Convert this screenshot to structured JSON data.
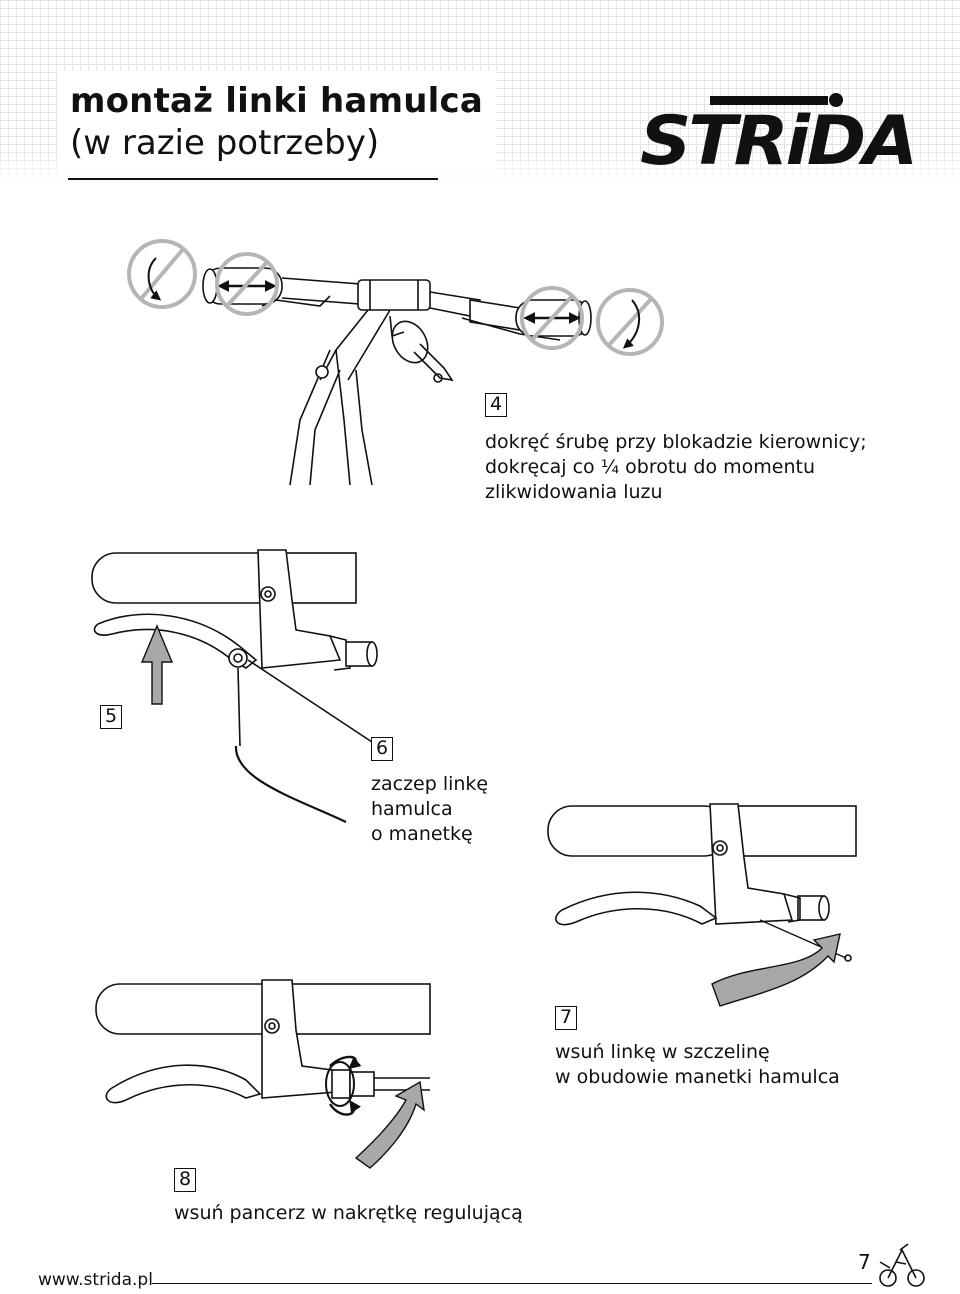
{
  "header": {
    "title_line1": "montaż linki hamulca",
    "title_line2": "(w razie potrzeby)",
    "logo_text": "STRiDA"
  },
  "steps": [
    {
      "number": "4",
      "lines": [
        "dokręć śrubę przy blokadzie kierownicy;",
        "dokręcaj co ¼ obrotu do momentu",
        "zlikwidowania luzu"
      ]
    },
    {
      "number": "5",
      "lines": []
    },
    {
      "number": "6",
      "lines": [
        "zaczep linkę",
        "hamulca",
        "o manetkę"
      ]
    },
    {
      "number": "7",
      "lines": [
        "wsuń linkę w szczelinę",
        "w obudowie manetki hamulca"
      ]
    },
    {
      "number": "8",
      "lines": [
        "wsuń pancerz w nakrętkę regulującą"
      ]
    }
  ],
  "footer": {
    "url": "www.strida.pl",
    "page_number": "7"
  },
  "icons": [
    "no-rotate-icon",
    "no-slide-icon",
    "arrow-up-icon",
    "curved-arrow-icon",
    "bicycle-icon"
  ]
}
